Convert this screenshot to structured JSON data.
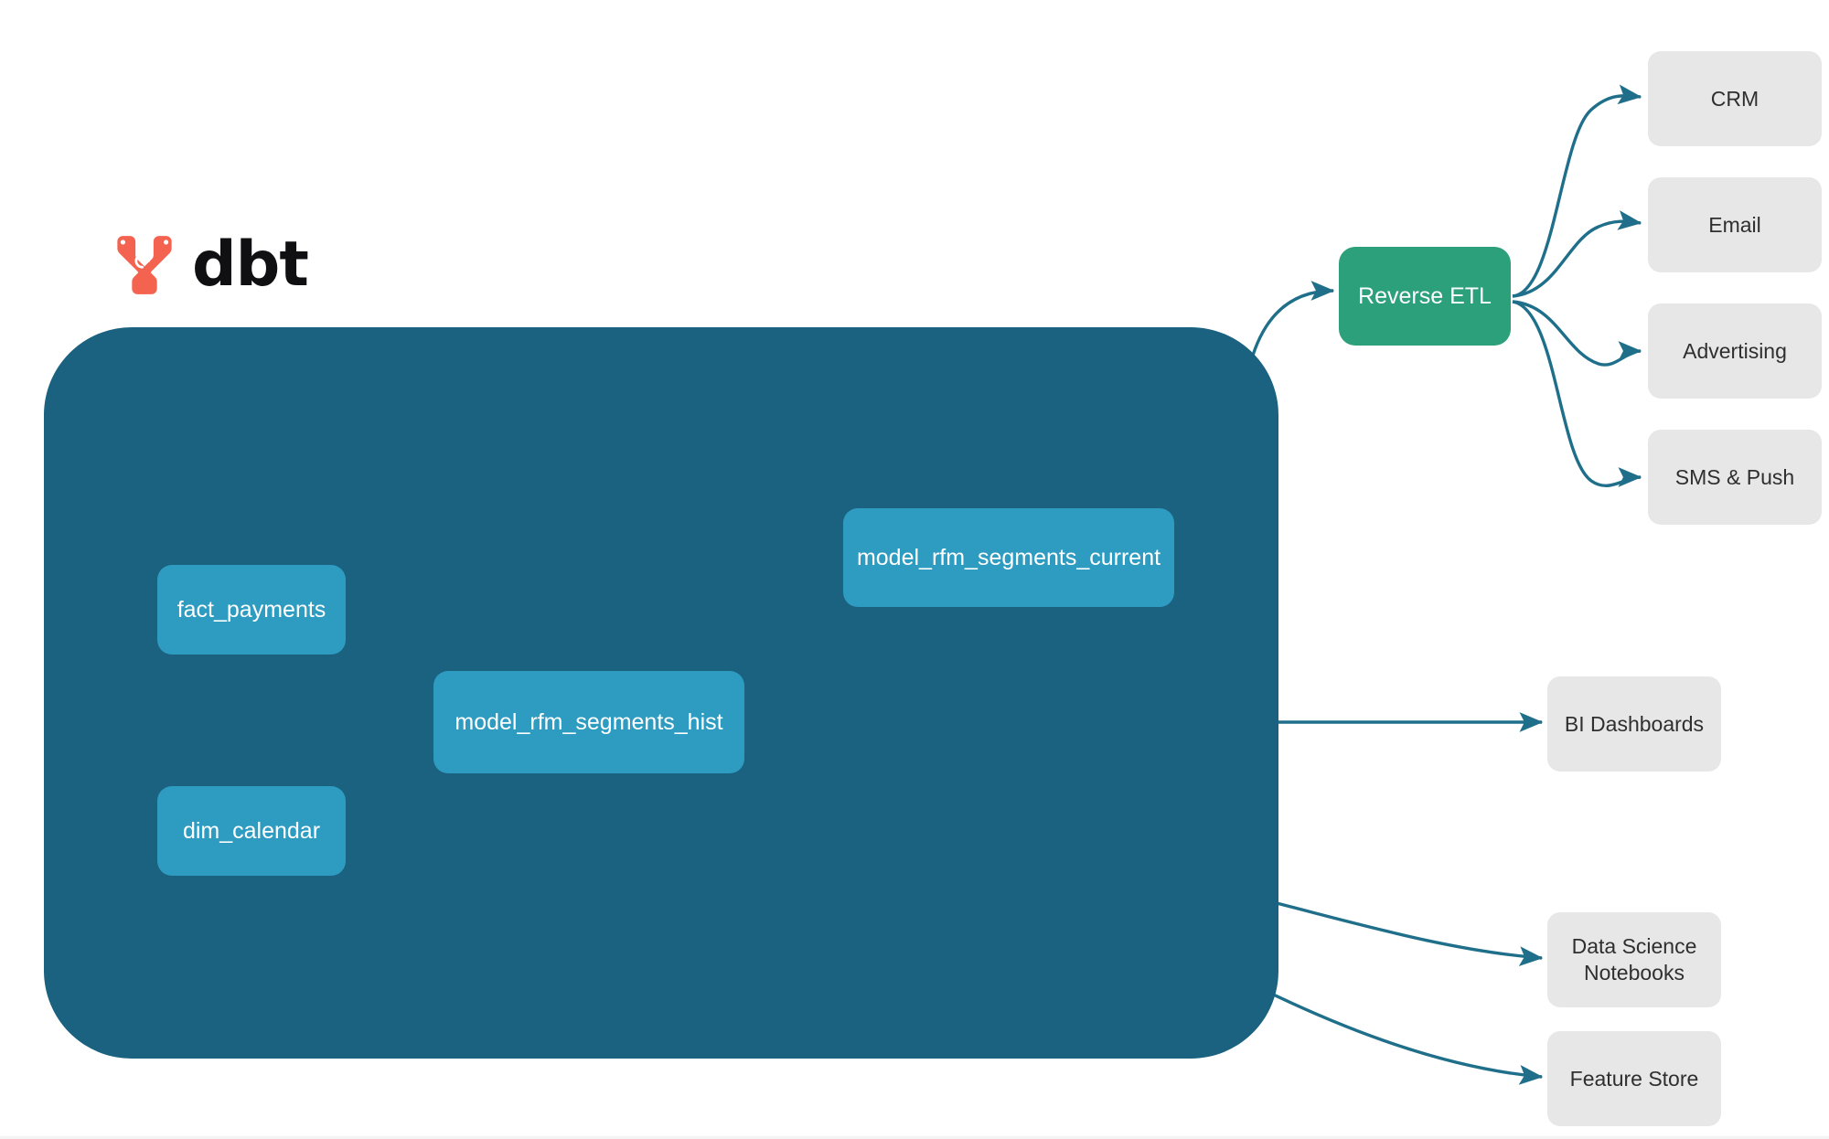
{
  "brand": {
    "logo_icon": "dbt-pinwheel-icon",
    "wordmark": "dbt",
    "logo_color": "#F4634F",
    "wordmark_color": "#101012"
  },
  "colors": {
    "container_fill": "#1B6180",
    "model_node_fill": "#2E9BC0",
    "reverse_etl_fill": "#2CA07B",
    "destination_fill": "#E7E7E7",
    "edge_outside": "#1F6F8B",
    "edge_inside": "#2E9BC0",
    "background": "#FFFFFF"
  },
  "project": {
    "container_name": "dbt-project-container",
    "models": [
      {
        "id": "fact_payments",
        "label": "fact_payments"
      },
      {
        "id": "dim_calendar",
        "label": "dim_calendar"
      },
      {
        "id": "model_rfm_segments_hist",
        "label": "model_rfm_segments_hist"
      },
      {
        "id": "model_rfm_segments_current",
        "label": "model_rfm_segments_current"
      }
    ]
  },
  "activation": {
    "reverse_etl": {
      "id": "reverse_etl",
      "label": "Reverse ETL"
    },
    "destinations": [
      {
        "id": "crm",
        "label": "CRM"
      },
      {
        "id": "email",
        "label": "Email"
      },
      {
        "id": "advertising",
        "label": "Advertising"
      },
      {
        "id": "sms_push",
        "label": "SMS & Push"
      }
    ]
  },
  "consumers": [
    {
      "id": "bi_dashboards",
      "label": "BI Dashboards",
      "line1": "BI Dashboards",
      "line2": ""
    },
    {
      "id": "data_science_notebooks",
      "label": "Data Science Notebooks",
      "line1": "Data Science",
      "line2": "Notebooks"
    },
    {
      "id": "feature_store",
      "label": "Feature Store",
      "line1": "Feature Store",
      "line2": ""
    }
  ],
  "edges": [
    {
      "from": "fact_payments",
      "to": "model_rfm_segments_hist"
    },
    {
      "from": "dim_calendar",
      "to": "model_rfm_segments_hist"
    },
    {
      "from": "model_rfm_segments_hist",
      "to": "model_rfm_segments_current"
    },
    {
      "from": "model_rfm_segments_current",
      "to": "reverse_etl"
    },
    {
      "from": "model_rfm_segments_hist",
      "to": "bi_dashboards"
    },
    {
      "from": "model_rfm_segments_hist",
      "to": "data_science_notebooks"
    },
    {
      "from": "model_rfm_segments_hist",
      "to": "feature_store"
    },
    {
      "from": "reverse_etl",
      "to": "crm"
    },
    {
      "from": "reverse_etl",
      "to": "email"
    },
    {
      "from": "reverse_etl",
      "to": "advertising"
    },
    {
      "from": "reverse_etl",
      "to": "sms_push"
    }
  ]
}
